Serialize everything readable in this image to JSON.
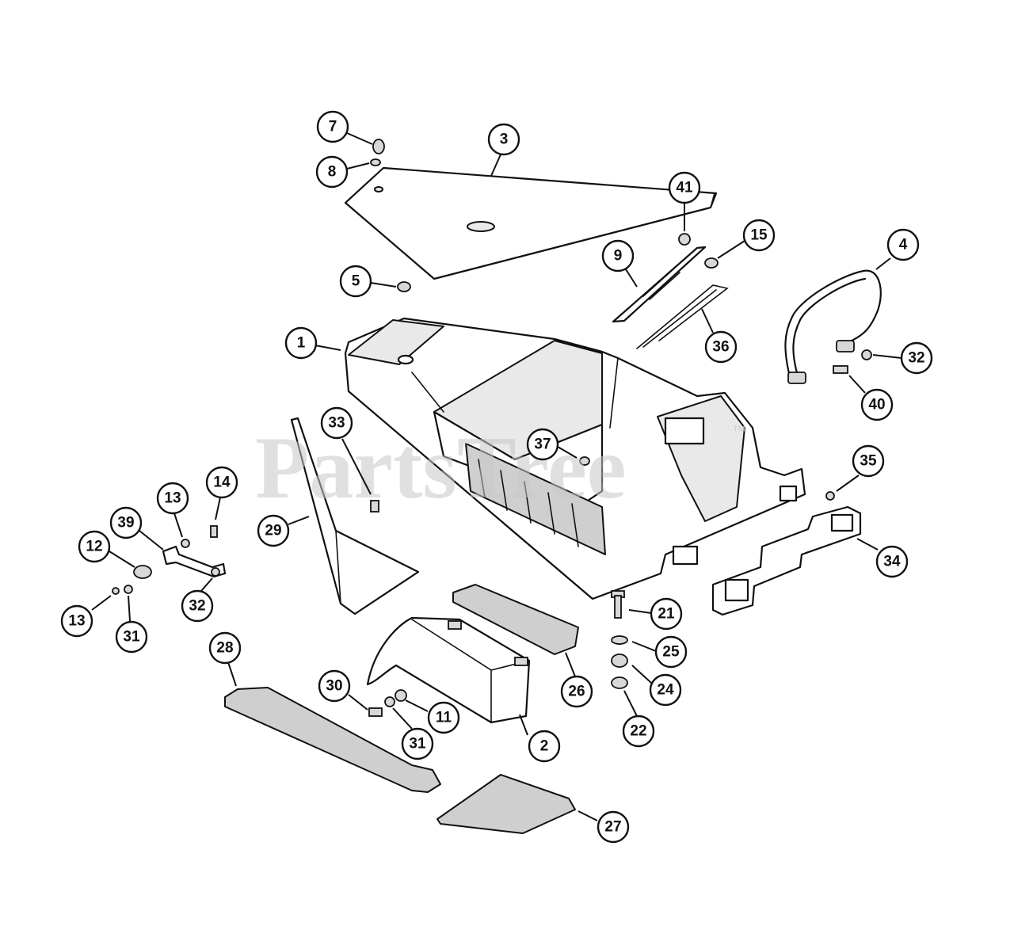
{
  "watermark": {
    "text": "PartsTree",
    "trademark": "™"
  },
  "callouts": [
    {
      "label": "7"
    },
    {
      "label": "8"
    },
    {
      "label": "3"
    },
    {
      "label": "5"
    },
    {
      "label": "41"
    },
    {
      "label": "15"
    },
    {
      "label": "9"
    },
    {
      "label": "36"
    },
    {
      "label": "4"
    },
    {
      "label": "32"
    },
    {
      "label": "40"
    },
    {
      "label": "1"
    },
    {
      "label": "33"
    },
    {
      "label": "37"
    },
    {
      "label": "35"
    },
    {
      "label": "34"
    },
    {
      "label": "29"
    },
    {
      "label": "14"
    },
    {
      "label": "13"
    },
    {
      "label": "39"
    },
    {
      "label": "12"
    },
    {
      "label": "13"
    },
    {
      "label": "31"
    },
    {
      "label": "32"
    },
    {
      "label": "21"
    },
    {
      "label": "25"
    },
    {
      "label": "24"
    },
    {
      "label": "22"
    },
    {
      "label": "26"
    },
    {
      "label": "28"
    },
    {
      "label": "30"
    },
    {
      "label": "11"
    },
    {
      "label": "31"
    },
    {
      "label": "2"
    },
    {
      "label": "27"
    }
  ]
}
